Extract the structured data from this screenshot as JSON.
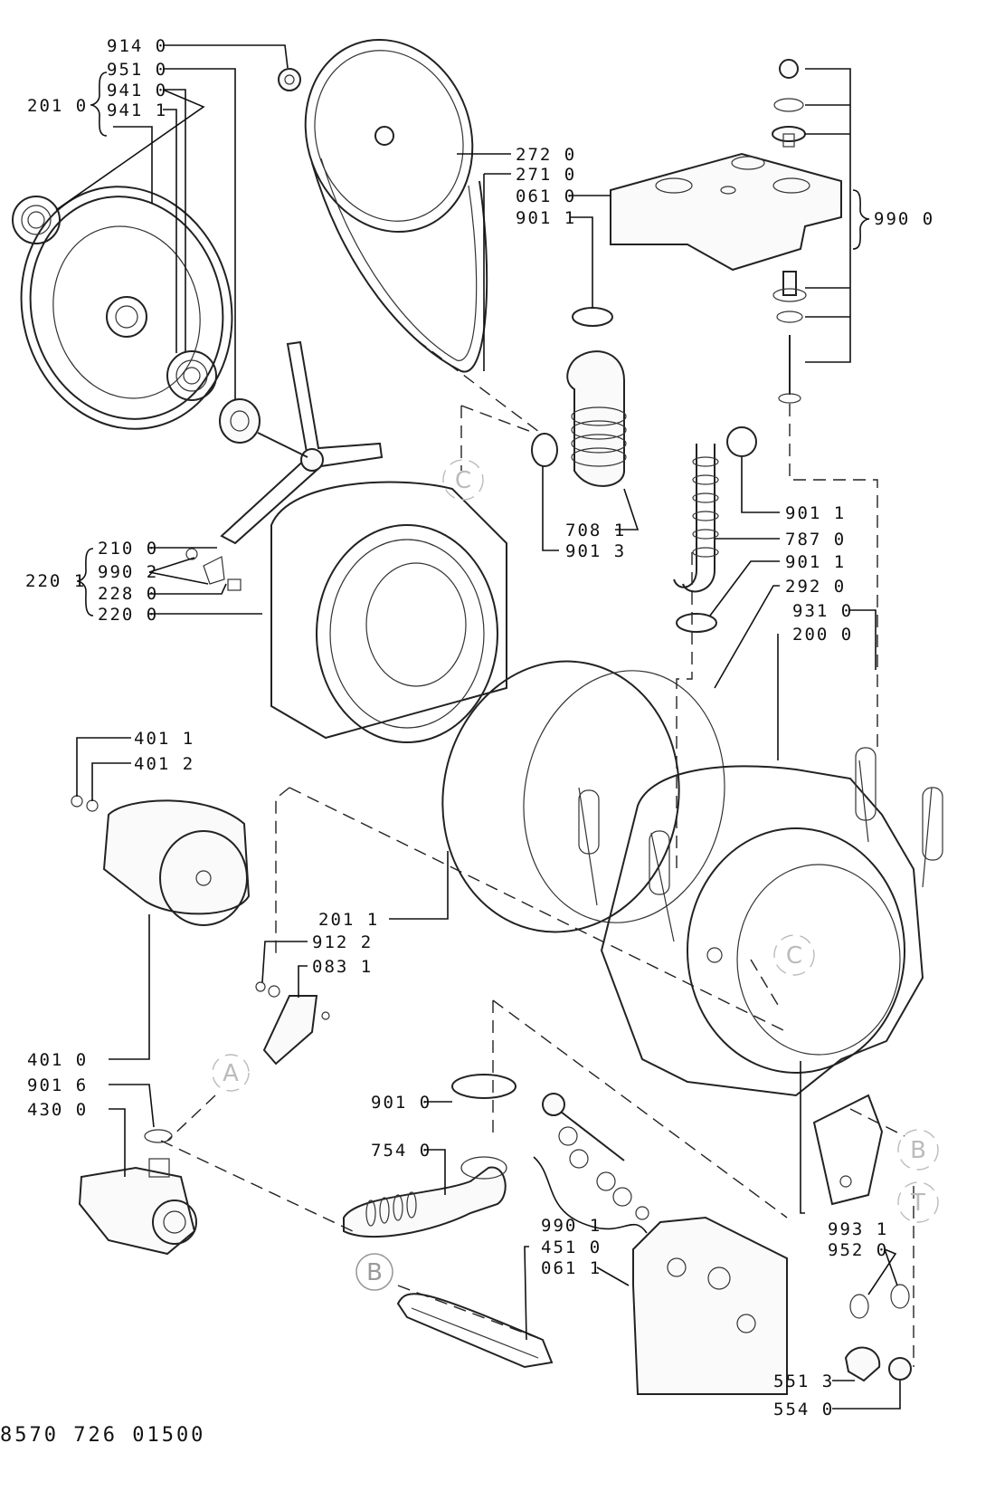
{
  "labels": {
    "l9140": "914 0",
    "l9510": "951 0",
    "l9410": "941 0",
    "l9411": "941 1",
    "l2010": "201 0",
    "l2720": "272 0",
    "l2710": "271 0",
    "l0610": "061 0",
    "l9011a": "901 1",
    "l9900": "990 0",
    "l7081": "708 1",
    "l9013": "901 3",
    "l9011b": "901 1",
    "l7870": "787 0",
    "l9011c": "901 1",
    "l2920": "292 0",
    "l9310": "931 0",
    "l2000": "200 0",
    "l2100": "210 0",
    "l9902": "990 2",
    "l2280": "228 0",
    "l2200": "220 0",
    "l2201": "220 1",
    "l4011": "401 1",
    "l4012": "401 2",
    "l2011": "201 1",
    "l9122": "912 2",
    "l0831": "083 1",
    "l4010": "401 0",
    "l9016": "901 6",
    "l4300": "430 0",
    "l9010": "901 0",
    "l7540": "754 0",
    "l9901": "990 1",
    "l4510": "451 0",
    "l0611": "061 1",
    "l9931": "993 1",
    "l9520": "952 0",
    "l5513": "551 3",
    "l5540": "554 0"
  },
  "callouts": {
    "c1": "C",
    "c2": "C",
    "a": "A",
    "b1": "B",
    "b2": "B",
    "t": "T"
  },
  "document_number": "8570 726 01500"
}
